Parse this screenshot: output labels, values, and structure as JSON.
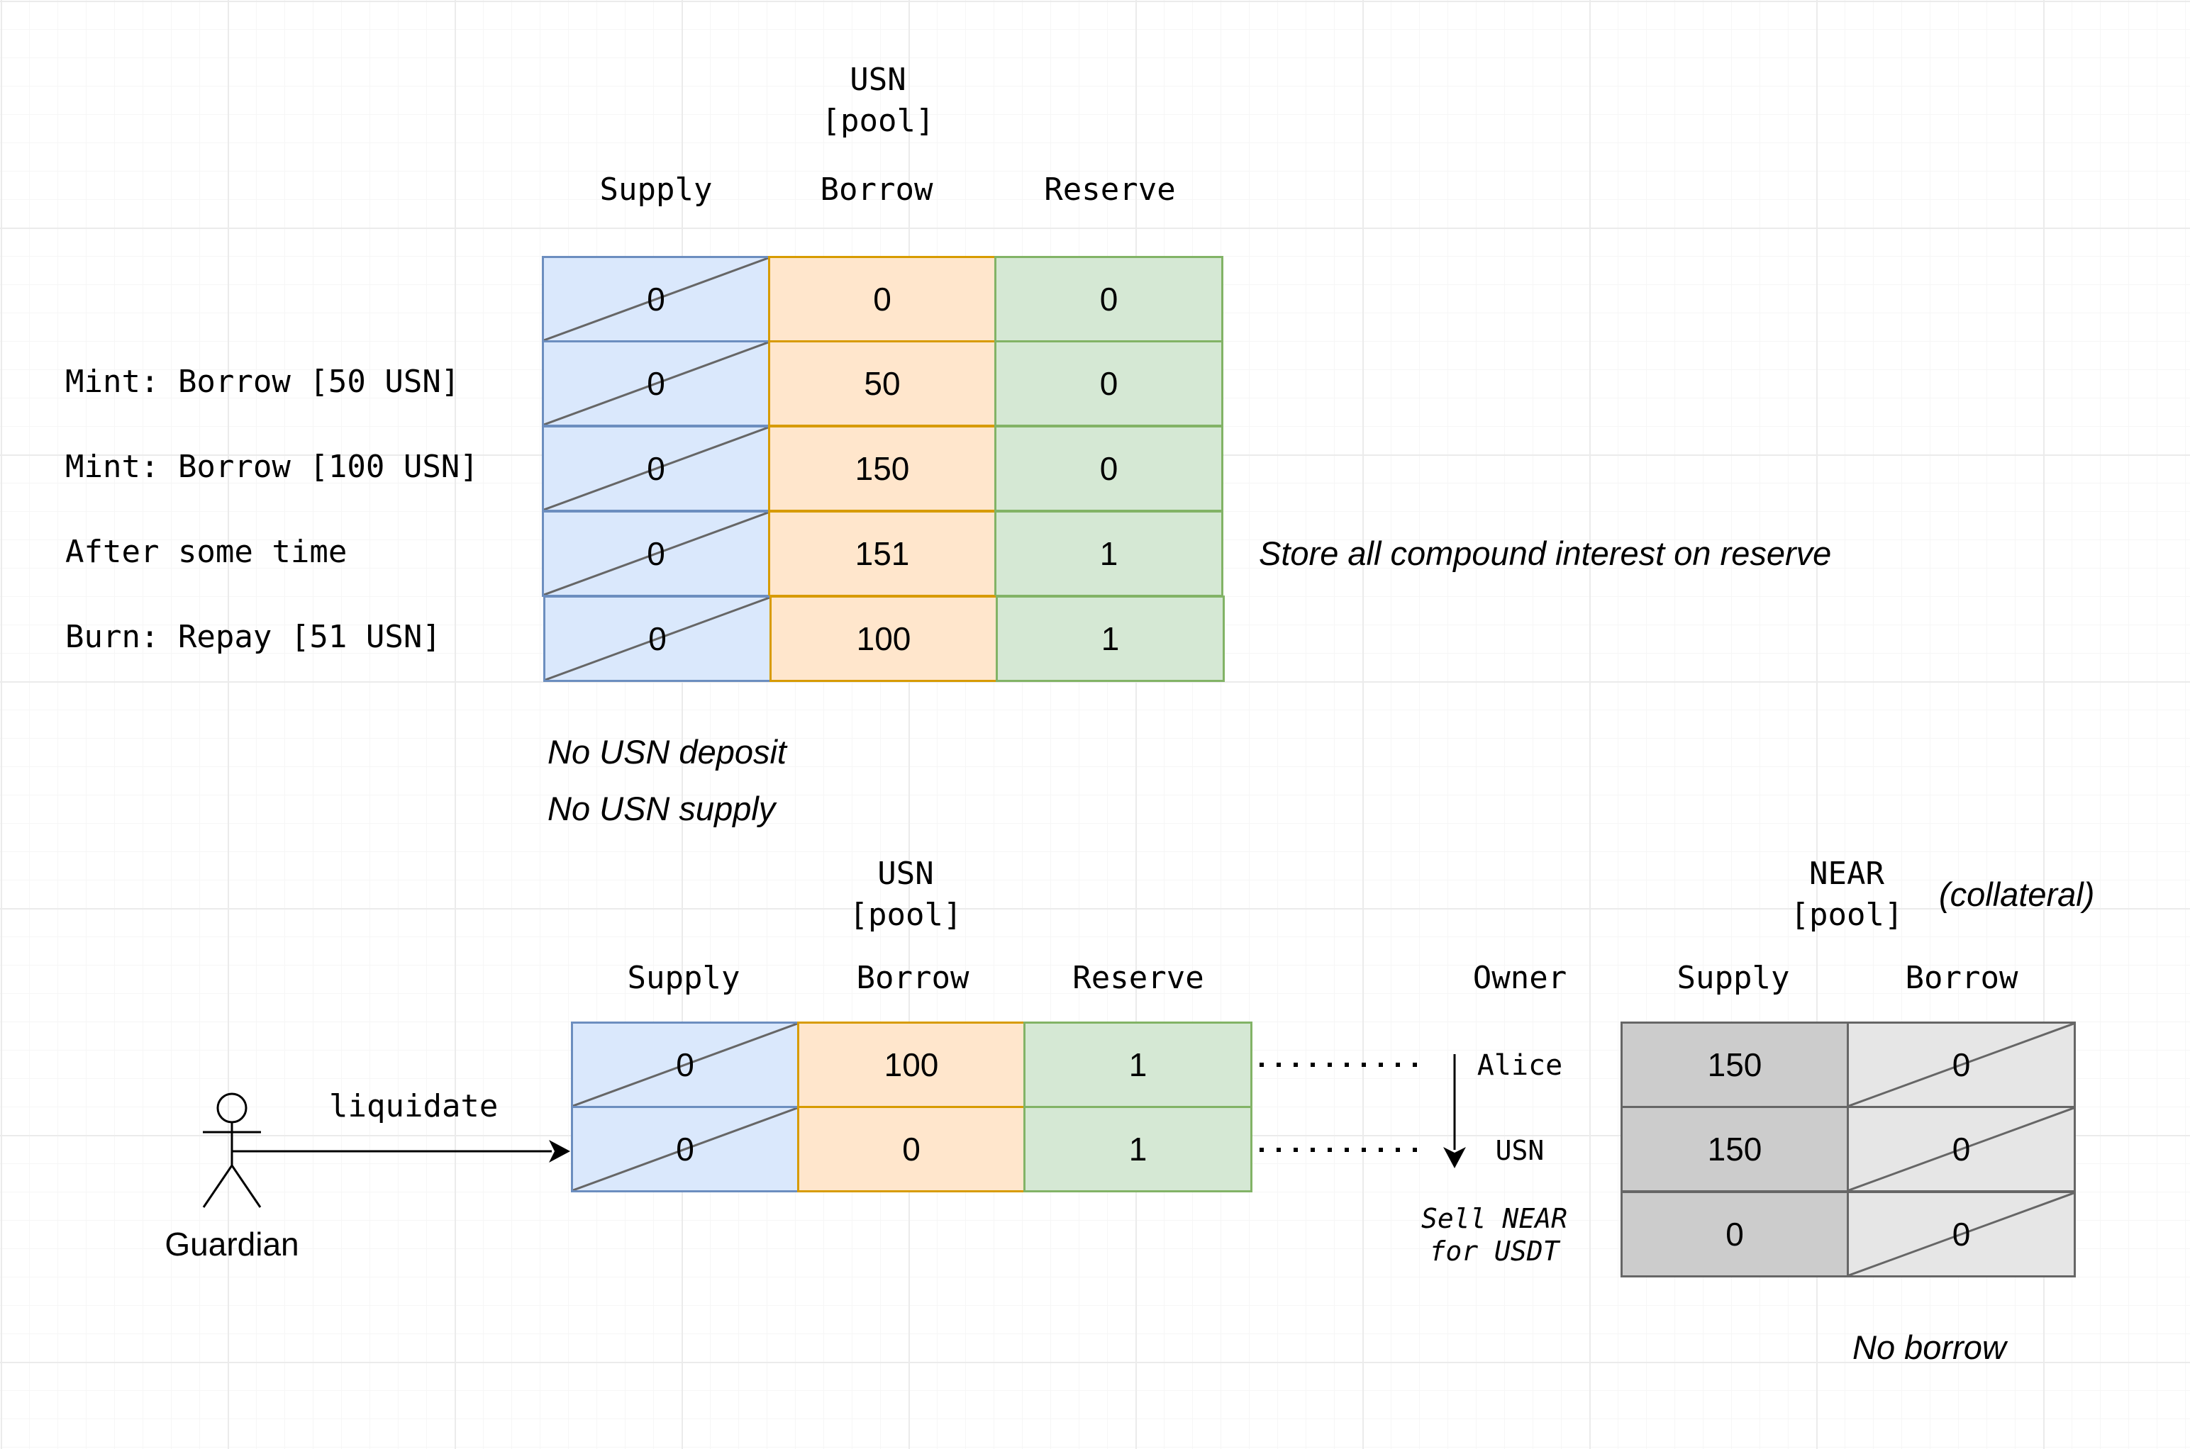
{
  "top_pool": {
    "title_line1": "USN",
    "title_line2": "[pool]",
    "columns": [
      "Supply",
      "Borrow",
      "Reserve"
    ],
    "row_labels": [
      "",
      "Mint: Borrow [50 USN]",
      "Mint: Borrow [100 USN]",
      "After some time",
      "Burn: Repay [51 USN]"
    ],
    "rows": [
      [
        "0",
        "0",
        "0"
      ],
      [
        "0",
        "50",
        "0"
      ],
      [
        "0",
        "150",
        "0"
      ],
      [
        "0",
        "151",
        "1"
      ],
      [
        "0",
        "100",
        "1"
      ]
    ],
    "side_note": "Store all compound interest on reserve",
    "note_1": "No USN deposit",
    "note_2": "No USN supply"
  },
  "bottom_pool": {
    "title_line1": "USN",
    "title_line2": "[pool]",
    "columns": [
      "Supply",
      "Borrow",
      "Reserve"
    ],
    "rows": [
      [
        "0",
        "100",
        "1"
      ],
      [
        "0",
        "0",
        "1"
      ]
    ]
  },
  "actor": {
    "name": "Guardian",
    "action_label": "liquidate"
  },
  "owner": {
    "header": "Owner",
    "rows": [
      "Alice",
      "USN"
    ],
    "sell_line1": "Sell NEAR",
    "sell_line2": "for USDT"
  },
  "near_pool": {
    "title_line1": "NEAR",
    "title_line2": "[pool]",
    "collateral_label": "(collateral)",
    "columns": [
      "Supply",
      "Borrow"
    ],
    "rows": [
      [
        "150",
        "0"
      ],
      [
        "150",
        "0"
      ],
      [
        "0",
        "0"
      ]
    ],
    "note": "No borrow"
  },
  "colors": {
    "supply_fill": "#dae8fc",
    "supply_stroke": "#6c8ebf",
    "borrow_fill": "#ffe6cc",
    "borrow_stroke": "#d79b00",
    "reserve_fill": "#d5e8d4",
    "reserve_stroke": "#82b366",
    "near_supply_fill": "#cccccc",
    "near_borrow_fill": "#e6e6e6",
    "near_stroke": "#666666"
  }
}
